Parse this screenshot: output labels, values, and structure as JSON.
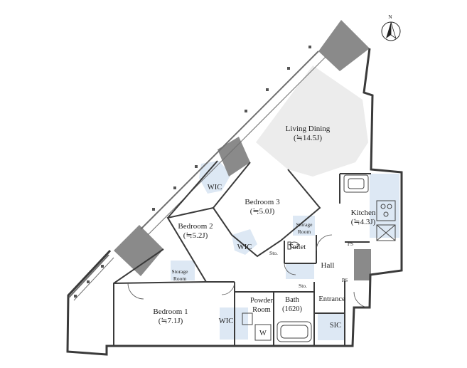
{
  "compass": {
    "label": "N"
  },
  "rooms": {
    "living_dining": {
      "name": "Living Dining",
      "area": "(≒14.5J)"
    },
    "kitchen": {
      "name": "Kitchen",
      "area": "(≒4.3J)"
    },
    "bedroom1": {
      "name": "Bedroom 1",
      "area": "(≒7.1J)"
    },
    "bedroom2": {
      "name": "Bedroom 2",
      "area": "(≒5.2J)"
    },
    "bedroom3": {
      "name": "Bedroom 3",
      "area": "(≒5.0J)"
    },
    "wic_top": "WIC",
    "wic_mid": "WIC",
    "wic_bottom": "WIC",
    "storage_b3": {
      "line1": "Storage",
      "line2": "Room"
    },
    "storage_b2": {
      "line1": "Storage",
      "line2": "Room"
    },
    "toilet": "Toilet",
    "sto_small": "Sto.",
    "sto_hall": "Sto.",
    "hall": "Hall",
    "powder": {
      "line1": "Powder",
      "line2": "Room"
    },
    "bath": {
      "line1": "Bath",
      "line2": "(1620)"
    },
    "entrance": "Entrance",
    "sic": "SIC",
    "ps_top": "PS",
    "ps_hall": "PS",
    "washer": "W"
  },
  "colors": {
    "wall": "#3a3a3a",
    "column": "#8a8a8a",
    "living_floor": "#ececec",
    "wet_area": "#dde8f4",
    "window": "#6f6f6f"
  }
}
